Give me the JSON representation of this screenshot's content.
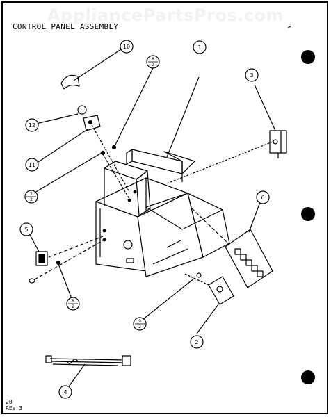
{
  "watermark": "AppliancePartsPros.com",
  "title": "CONTROL PANEL ASSEMBLY",
  "footer": {
    "page": "20",
    "rev": "REV 3"
  },
  "callouts": [
    "1",
    "2",
    "3",
    "4",
    "5",
    "6",
    "10",
    "11",
    "12"
  ],
  "fraction_callouts": [
    {
      "top": "8",
      "bottom": "2"
    },
    {
      "top": "7",
      "bottom": "2"
    },
    {
      "top": "8",
      "bottom": "2"
    },
    {
      "top": "9",
      "bottom": "2"
    }
  ]
}
